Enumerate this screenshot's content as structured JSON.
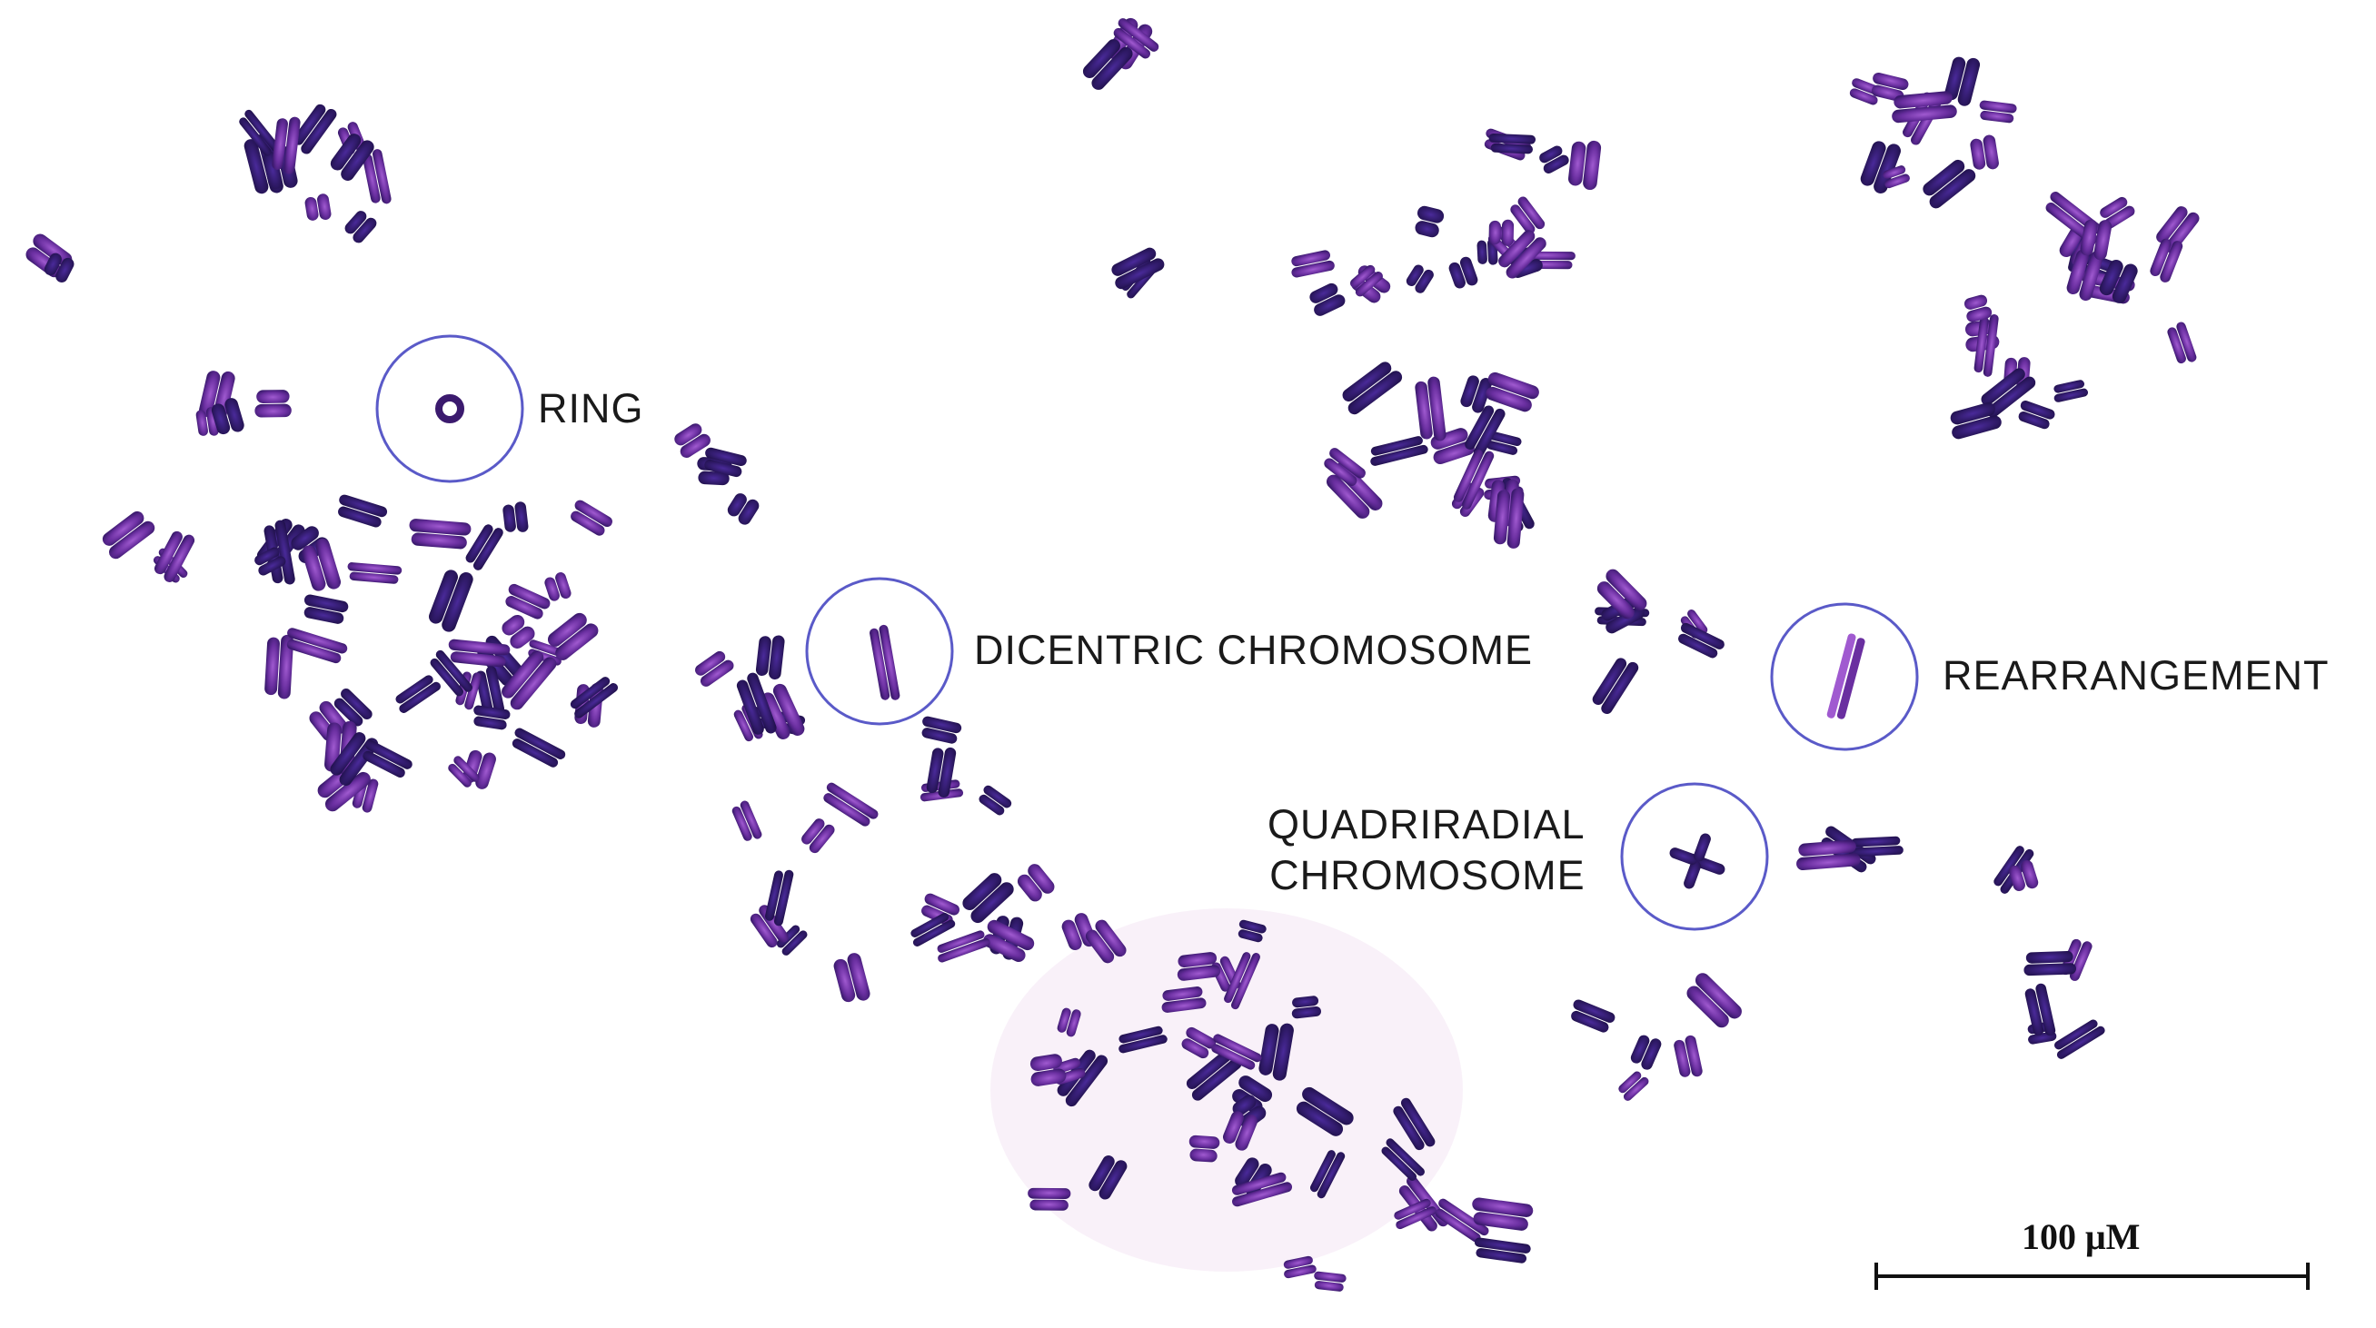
{
  "annotations": {
    "ring": "RING",
    "dicentric": "DICENTRIC CHROMOSOME",
    "rearrangement": "REARRANGEMENT",
    "quadriradial_line1": "QUADRIRADIAL",
    "quadriradial_line2": "CHROMOSOME"
  },
  "scale_bar": {
    "label": "100 μM"
  },
  "colors": {
    "chromosome_dark": "#3b1a6e",
    "chromosome_mid": "#6a2fa0",
    "chromosome_light": "#a05ad0",
    "circle_stroke": "#5a5ac8"
  }
}
